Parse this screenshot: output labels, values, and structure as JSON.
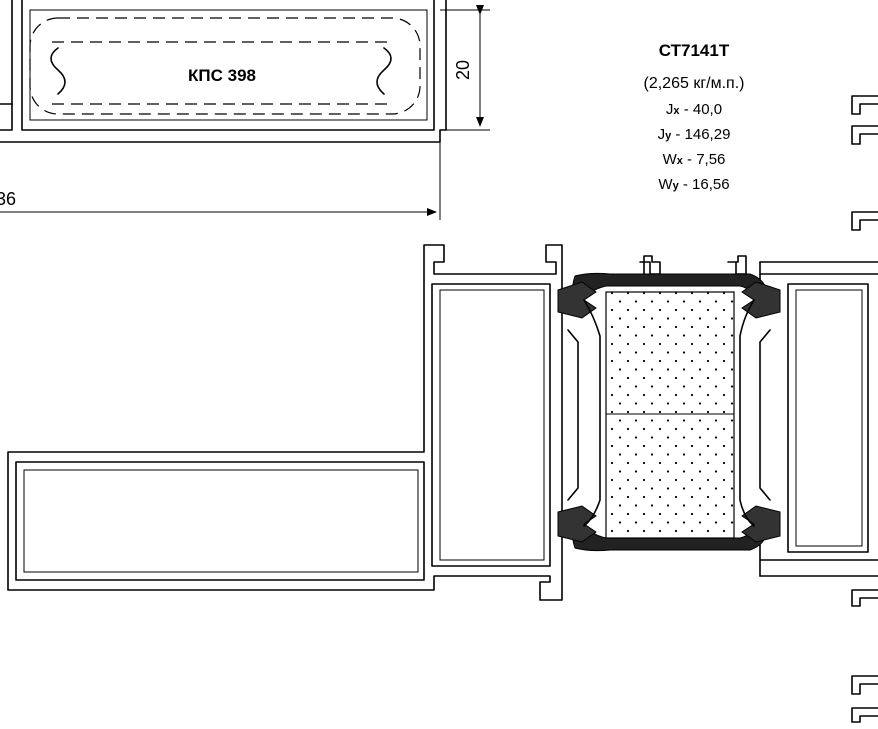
{
  "profile": {
    "code": "СТ7141Т",
    "weight": "(2,265 кг/м.п.)",
    "props": [
      {
        "sym": "J",
        "sub": "x",
        "val": " - 40,0"
      },
      {
        "sym": "J",
        "sub": "y",
        "val": " - 146,29"
      },
      {
        "sym": "W",
        "sub": "x",
        "val": " - 7,56"
      },
      {
        "sym": "W",
        "sub": "y",
        "val": " - 16,56"
      }
    ]
  },
  "insert": {
    "label": "КПС 398"
  },
  "dimensions": {
    "height": "20",
    "width": "36"
  }
}
